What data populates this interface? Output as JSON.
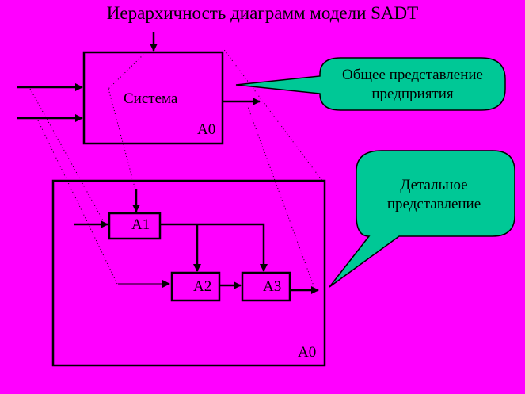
{
  "title": "Иерархичность  диаграмм модели SADT",
  "context_box": {
    "label": "Система",
    "code": "A0"
  },
  "detail_frame": {
    "code": "A0"
  },
  "sub_boxes": [
    {
      "code": "A1"
    },
    {
      "code": "A2"
    },
    {
      "code": "A3"
    }
  ],
  "callouts": {
    "general": "Общее представление предприятия",
    "detail": "Детальное представление"
  },
  "colors": {
    "background": "#FF00FF",
    "callout_fill": "#00C896",
    "stroke": "#000000"
  }
}
